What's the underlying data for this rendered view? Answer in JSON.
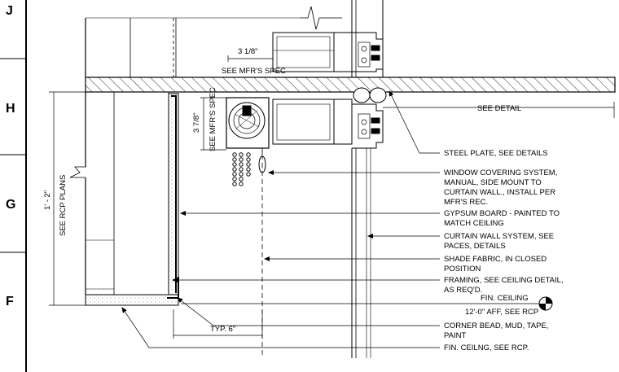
{
  "grid_labels": [
    "J",
    "H",
    "G",
    "F"
  ],
  "dimensions": {
    "top_width": "3 1/8\"",
    "side_height": "3 7/8\"",
    "overall_height": "1' - 2\"",
    "typ": "TYP. 6\""
  },
  "spec_labels": {
    "top": "SEE MFR'S SPEC",
    "side": "SEE MFR'S SPEC",
    "rcp": "SEE RCP PLANS"
  },
  "callouts": {
    "see_detail": "SEE DETAIL",
    "steel_plate": "STEEL PLATE, SEE DETAILS",
    "window_covering": [
      "WINDOW COVERING SYSTEM,",
      "MANUAL, SIDE MOUNT TO",
      "CURTAIN WALL., INSTALL PER",
      "MFR'S REC."
    ],
    "gypsum": [
      "GYPSUM BOARD - PAINTED TO",
      "MATCH CEILING"
    ],
    "curtain_wall": [
      "CURTAIN WALL SYSTEM, SEE",
      "PACES, DETAILS"
    ],
    "shade_fabric": [
      "SHADE FABRIC, IN CLOSED",
      "POSITION"
    ],
    "framing": [
      "FRAMING, SEE CEILING DETAIL,",
      "AS REQ'D."
    ],
    "fin_ceiling": "FIN. CEILING",
    "aff": "12'-0\" AFF, SEE RCP",
    "corner_bead": [
      "CORNER BEAD, MUD, TAPE,",
      "PAINT"
    ],
    "fin_ceilng_rcp": "FIN. CEILNG, SEE RCP."
  }
}
